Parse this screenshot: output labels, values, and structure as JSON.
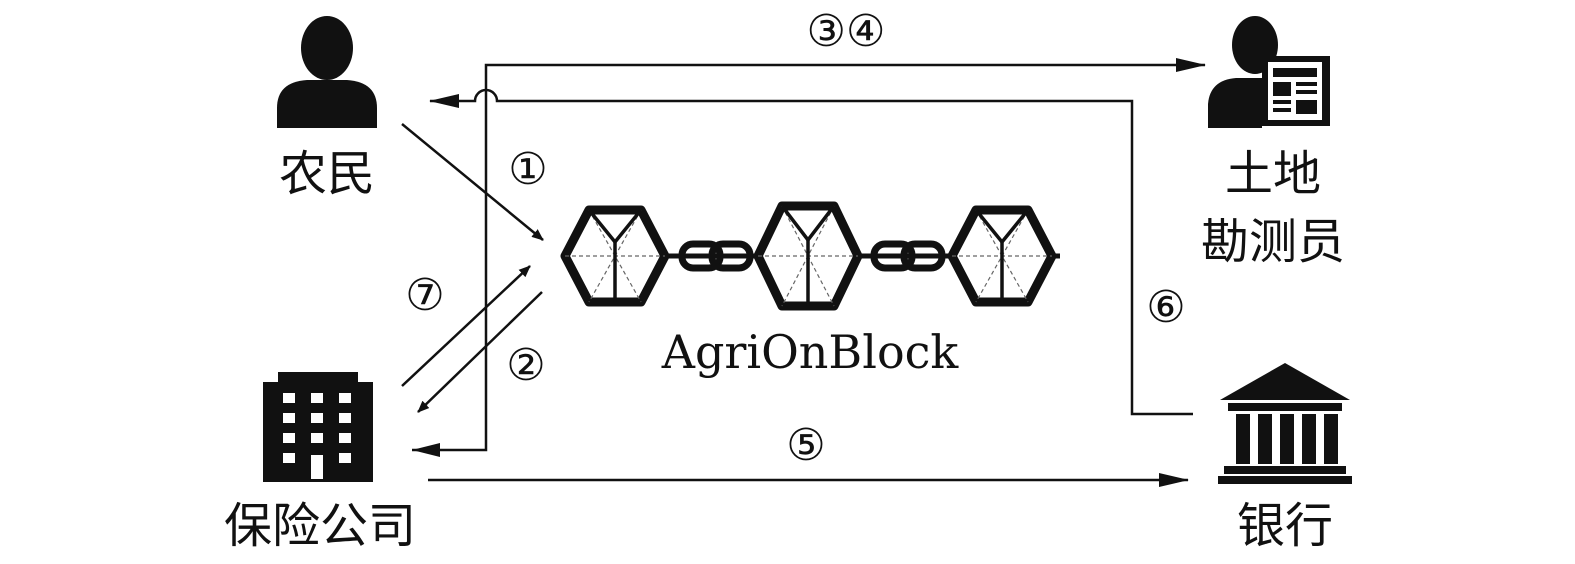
{
  "actors": {
    "farmer": "农民",
    "surveyor_line1": "土地",
    "surveyor_line2": "勘测员",
    "insurer": "保险公司",
    "bank": "银行"
  },
  "platform": {
    "name": "AgriOnBlock"
  },
  "steps": {
    "s1": "①",
    "s2": "②",
    "s34": "③④",
    "s5": "⑤",
    "s6": "⑥",
    "s7": "⑦"
  },
  "icons": {
    "farmer": "person-icon",
    "surveyor": "person-with-document-icon",
    "insurer": "office-building-icon",
    "bank": "bank-icon",
    "platform": "blockchain-cubes-icon"
  },
  "colors": {
    "ink": "#111111",
    "background": "#ffffff"
  }
}
